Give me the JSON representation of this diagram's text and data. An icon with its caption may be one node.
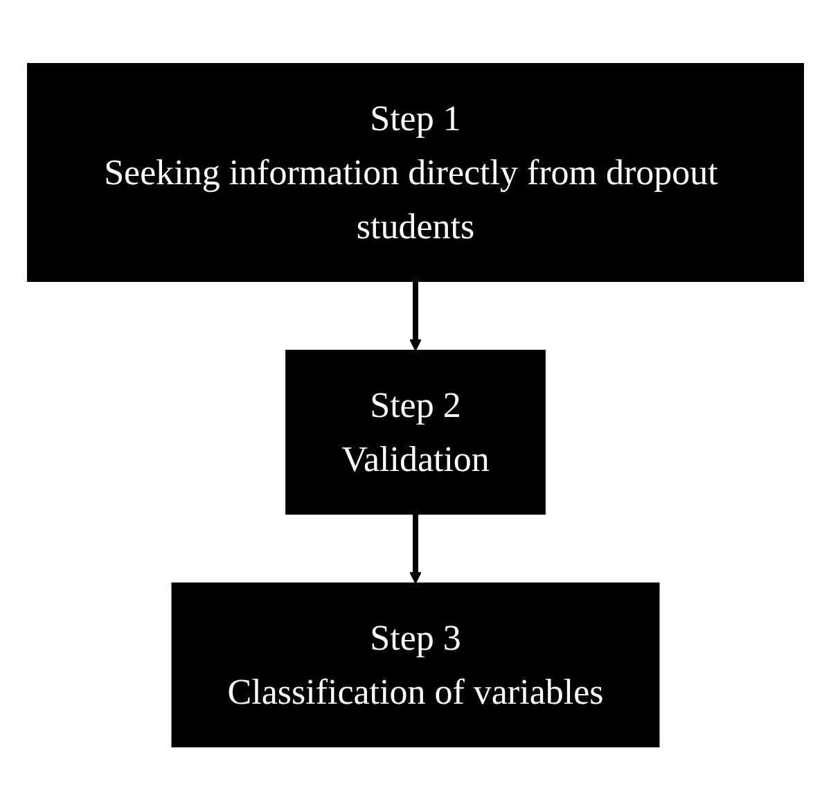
{
  "diagram": {
    "nodes": [
      {
        "text": [
          "Step 1",
          "Seeking information directly from dropout students"
        ]
      },
      {
        "text": [
          "Step 2",
          "Validation"
        ]
      },
      {
        "text": [
          "Step 3",
          "Classification of  variables"
        ]
      }
    ],
    "edges": [
      {
        "from": 0,
        "to": 1,
        "arrow": "to"
      },
      {
        "from": 1,
        "to": 2,
        "arrow": "to"
      }
    ]
  }
}
